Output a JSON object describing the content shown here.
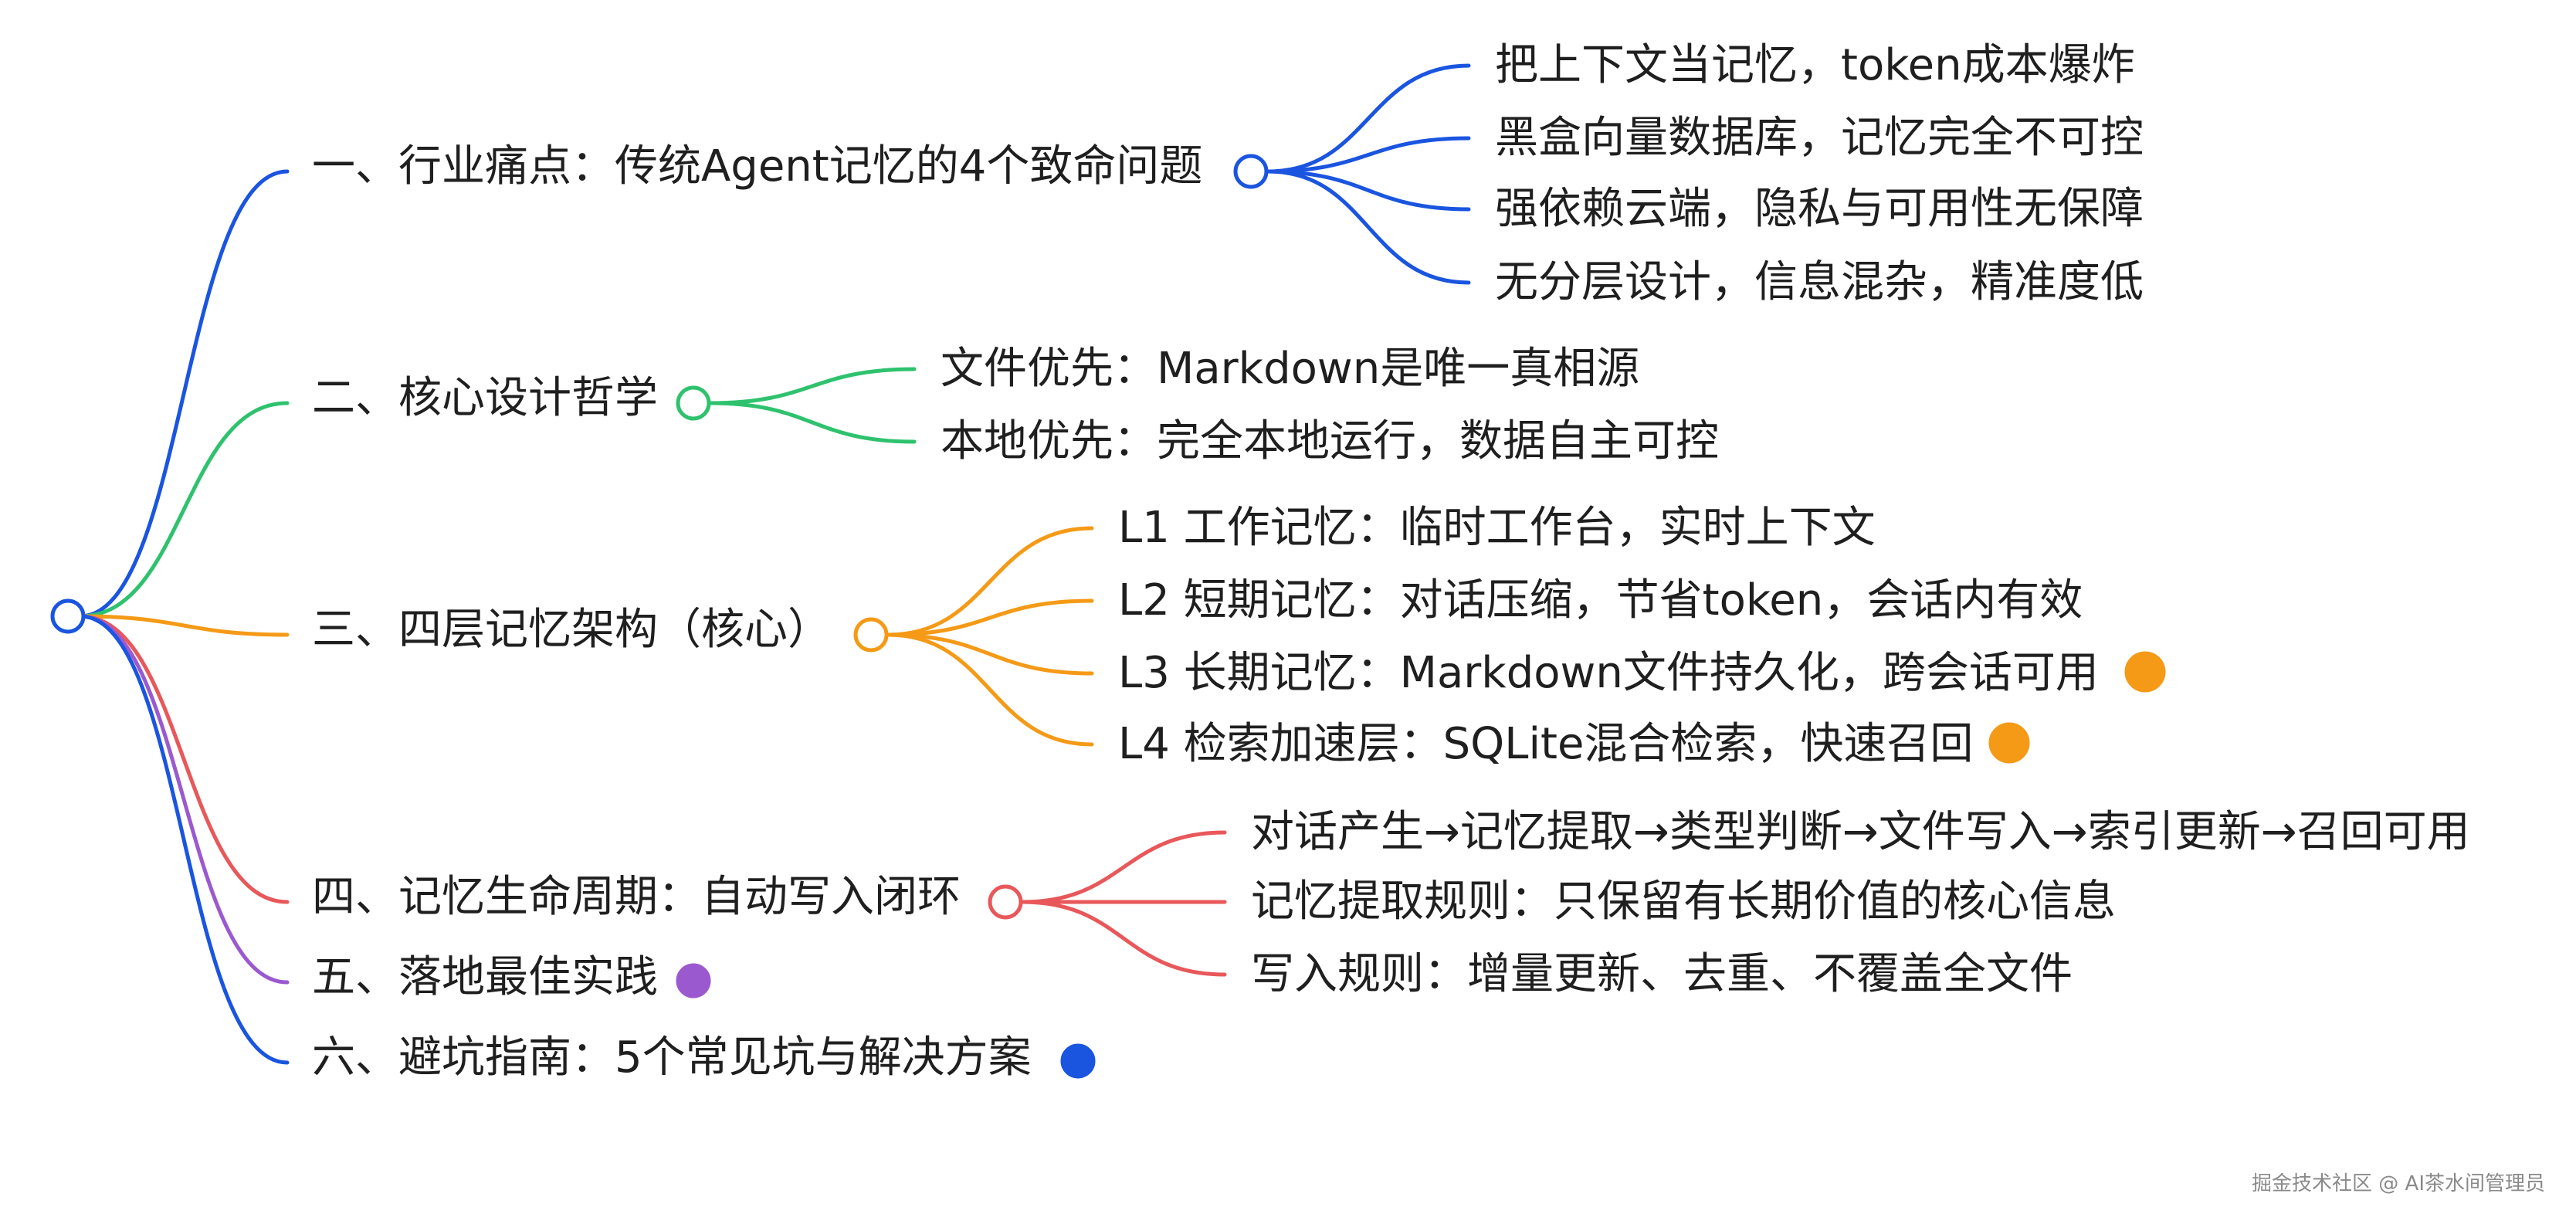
{
  "colors": {
    "root": "#1a55e0",
    "branch1": "#1a55e0",
    "branch2": "#2fc26e",
    "branch3": "#f59a16",
    "branch4": "#e8585a",
    "branch5": "#9b59d0",
    "branch6": "#1a55e0",
    "text": "#1f1f1f"
  },
  "branches": [
    {
      "label": "一、行业痛点：传统Agent记忆的4个致命问题",
      "children": [
        "把上下文当记忆，token成本爆炸",
        "黑盒向量数据库，记忆完全不可控",
        "强依赖云端，隐私与可用性无保障",
        "无分层设计，信息混杂，精准度低"
      ]
    },
    {
      "label": "二、核心设计哲学",
      "children": [
        "文件优先：Markdown是唯一真相源",
        "本地优先：完全本地运行，数据自主可控"
      ]
    },
    {
      "label": "三、四层记忆架构（核心）",
      "children": [
        "L1 工作记忆：临时工作台，实时上下文",
        "L2 短期记忆：对话压缩，节省token，会话内有效",
        "L3 长期记忆：Markdown文件持久化，跨会话可用",
        "L4 检索加速层：SQLite混合检索，快速召回"
      ],
      "collapsed_children": [
        false,
        false,
        true,
        true
      ]
    },
    {
      "label": "四、记忆生命周期：自动写入闭环",
      "children": [
        "对话产生→记忆提取→类型判断→文件写入→索引更新→召回可用",
        "记忆提取规则：只保留有长期价值的核心信息",
        "写入规则：增量更新、去重、不覆盖全文件"
      ]
    },
    {
      "label": "五、落地最佳实践",
      "children": [],
      "collapsed": true
    },
    {
      "label": "六、避坑指南：5个常见坑与解决方案",
      "children": [],
      "collapsed": true
    }
  ],
  "watermark": "掘金技术社区 @ AI茶水间管理员"
}
